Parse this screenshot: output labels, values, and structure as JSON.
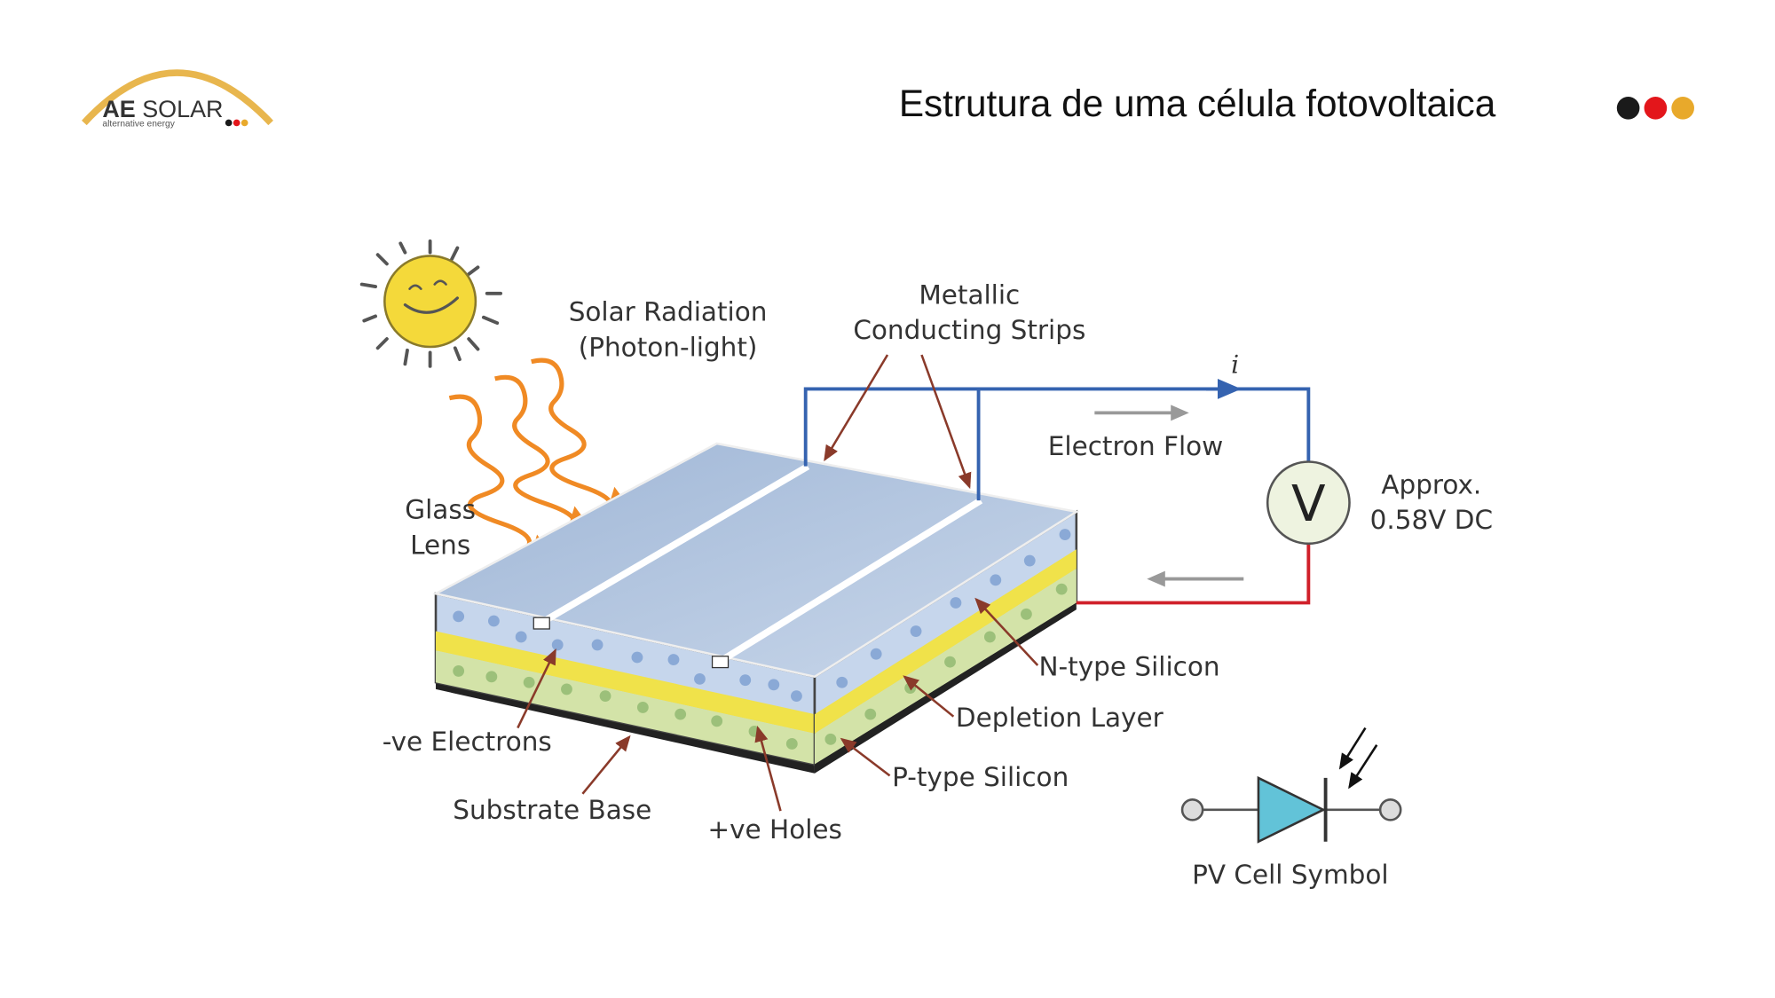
{
  "header": {
    "logo": {
      "brand": "AE SOLAR",
      "tagline": "alternative energy"
    },
    "title": "Estrutura de uma célula fotovoltaica",
    "dots": [
      "#1a1a1a",
      "#e3161b",
      "#e8a92b"
    ]
  },
  "diagram": {
    "labels": {
      "solar_radiation_1": "Solar Radiation",
      "solar_radiation_2": "(Photon-light)",
      "metallic_1": "Metallic",
      "metallic_2": "Conducting Strips",
      "glass_1": "Glass",
      "glass_2": "Lens",
      "current": "i",
      "electron_flow": "Electron Flow",
      "voltmeter": "V",
      "approx_1": "Approx.",
      "approx_2": "0.58V DC",
      "n_type": "N-type Silicon",
      "depletion": "Depletion Layer",
      "p_type": "P-type Silicon",
      "electrons": "-ve Electrons",
      "substrate": "Substrate Base",
      "holes": "+ve Holes",
      "pv_symbol": "PV Cell Symbol"
    },
    "colors": {
      "circuit_positive": "#3563b0",
      "circuit_negative": "#d0202a",
      "photon": "#f08a24",
      "n_layer": "#c6d6ec",
      "depletion": "#f0e24a",
      "p_layer": "#d3e3a8",
      "sun": "#f4d93a"
    }
  }
}
